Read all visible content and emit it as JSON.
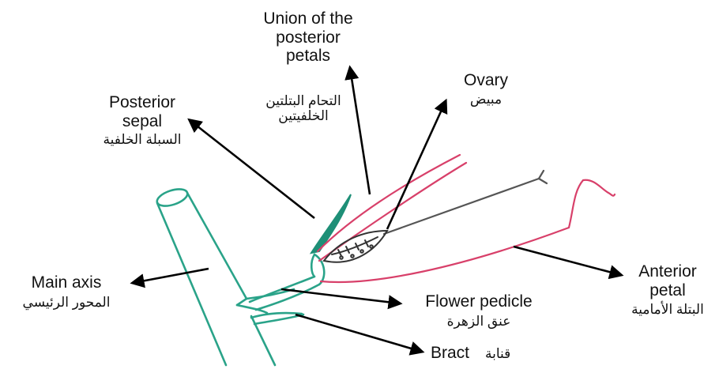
{
  "diagram": {
    "labels": {
      "union_posterior_petals": {
        "en_line1": "Union of the",
        "en_line2": "posterior",
        "en_line3": "petals",
        "ar_line1": "التحام البتلتين",
        "ar_line2": "الخلفيتين"
      },
      "ovary": {
        "en": "Ovary",
        "ar": "مبيض"
      },
      "posterior_sepal": {
        "en_line1": "Posterior",
        "en_line2": "sepal",
        "ar": "السبلة الخلفية"
      },
      "main_axis": {
        "en": "Main axis",
        "ar": "المحور الرئيسي"
      },
      "anterior_petal": {
        "en_line1": "Anterior",
        "en_line2": "petal",
        "ar": "البتلة الأمامية"
      },
      "flower_pedicle": {
        "en": "Flower pedicle",
        "ar": "عنق الزهرة"
      },
      "bract": {
        "en": "Bract",
        "ar": "قنابة"
      }
    },
    "colors": {
      "axis_outline": "#2aa389",
      "sepal_fill": "#1e8f77",
      "petal_outline": "#d8406a",
      "ovary_outline": "#333333",
      "style_line": "#555555",
      "arrow": "#000000"
    }
  }
}
